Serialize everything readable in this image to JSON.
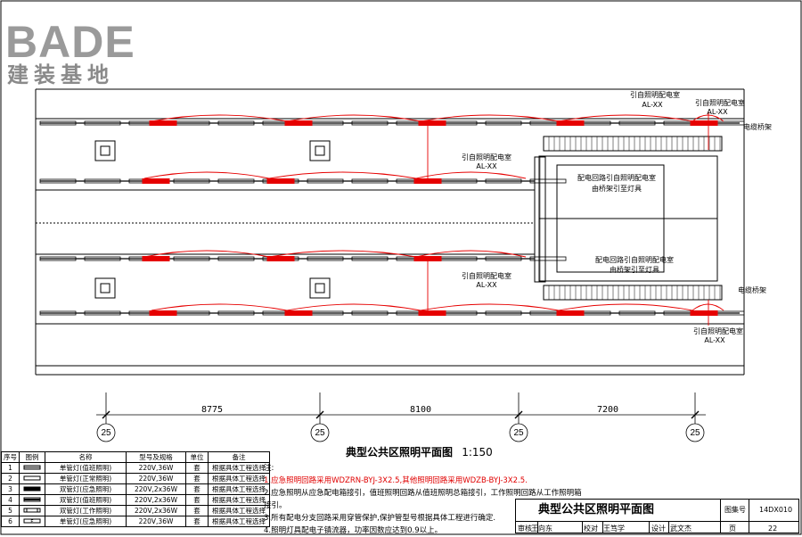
{
  "logo": {
    "main": "BADE",
    "sub": "建装基地"
  },
  "plan_title": "典型公共区照明平面图",
  "plan_scale": "1:150",
  "labels": {
    "from_room_top_1": "引自照明配电室",
    "from_room_top_1_code": "AL-XX",
    "from_room_top_2": "引自照明配电室",
    "from_room_top_2_code": "AL-XX",
    "cable_tray_top": "电缆桥架",
    "from_room_mid_1": "引自照明配电室",
    "from_room_mid_1_code": "AL-XX",
    "dist_text_1a": "配电回路引自照明配电室",
    "dist_text_1b": "由桥架引至灯具",
    "dist_text_2a": "配电回路引自照明配电室",
    "dist_text_2b": "由桥架引至灯具",
    "from_room_mid_2": "引自照明配电室",
    "from_room_mid_2_code": "AL-XX",
    "cable_tray_bottom": "电缆桥架",
    "from_room_bottom": "引自照明配电室",
    "from_room_bottom_code": "AL-XX"
  },
  "dimensions": [
    "8775",
    "8100",
    "7200"
  ],
  "axis_label": "25",
  "notes": {
    "title": "注:",
    "items": [
      "1.应急照明回路采用WDZRN-BYJ-3X2.5,其他照明回路采用WDZB-BYJ-3X2.5.",
      "2.应急照明从应急配电箱接引，值班照明回路从值班照明总箱接引，工作照明回路从工作照明箱",
      "   接引。",
      "3.所有配电分支回路采用穿管保护,保护管型号根据具体工程进行确定.",
      "4.照明灯具配电子镇流器，功率因数应达到0.9以上。"
    ]
  },
  "legend": {
    "headers": [
      "序号",
      "图例",
      "名称",
      "型号及规格",
      "单位",
      "备注"
    ],
    "rows": [
      [
        "1",
        "单管灯(值班照明)",
        "220V,36W",
        "套",
        "根据具体工程选择"
      ],
      [
        "2",
        "单管灯(正常照明)",
        "220V,36W",
        "套",
        "根据具体工程选择"
      ],
      [
        "3",
        "双管灯(应急照明)",
        "220V,2x36W",
        "套",
        "根据具体工程选择"
      ],
      [
        "4",
        "双管灯(值班照明)",
        "220V,2x36W",
        "套",
        "根据具体工程选择"
      ],
      [
        "5",
        "双管灯(工作照明)",
        "220V,2x36W",
        "套",
        "根据具体工程选择"
      ],
      [
        "6",
        "单管灯(应急照明)",
        "220V,36W",
        "套",
        "根据具体工程选择"
      ]
    ]
  },
  "title_block": {
    "title": "典型公共区照明平面图",
    "atlas_label": "图集号",
    "atlas_no": "14DX010",
    "review_label": "审核",
    "reviewer": "王向东",
    "proof_label": "校对",
    "proofer": "王笃学",
    "design_label": "设计",
    "designer": "武文杰",
    "page_label": "页",
    "page_no": "22"
  },
  "colors": {
    "circuit": "#e60000",
    "line": "#000000",
    "logo": "#9a9a9a"
  }
}
